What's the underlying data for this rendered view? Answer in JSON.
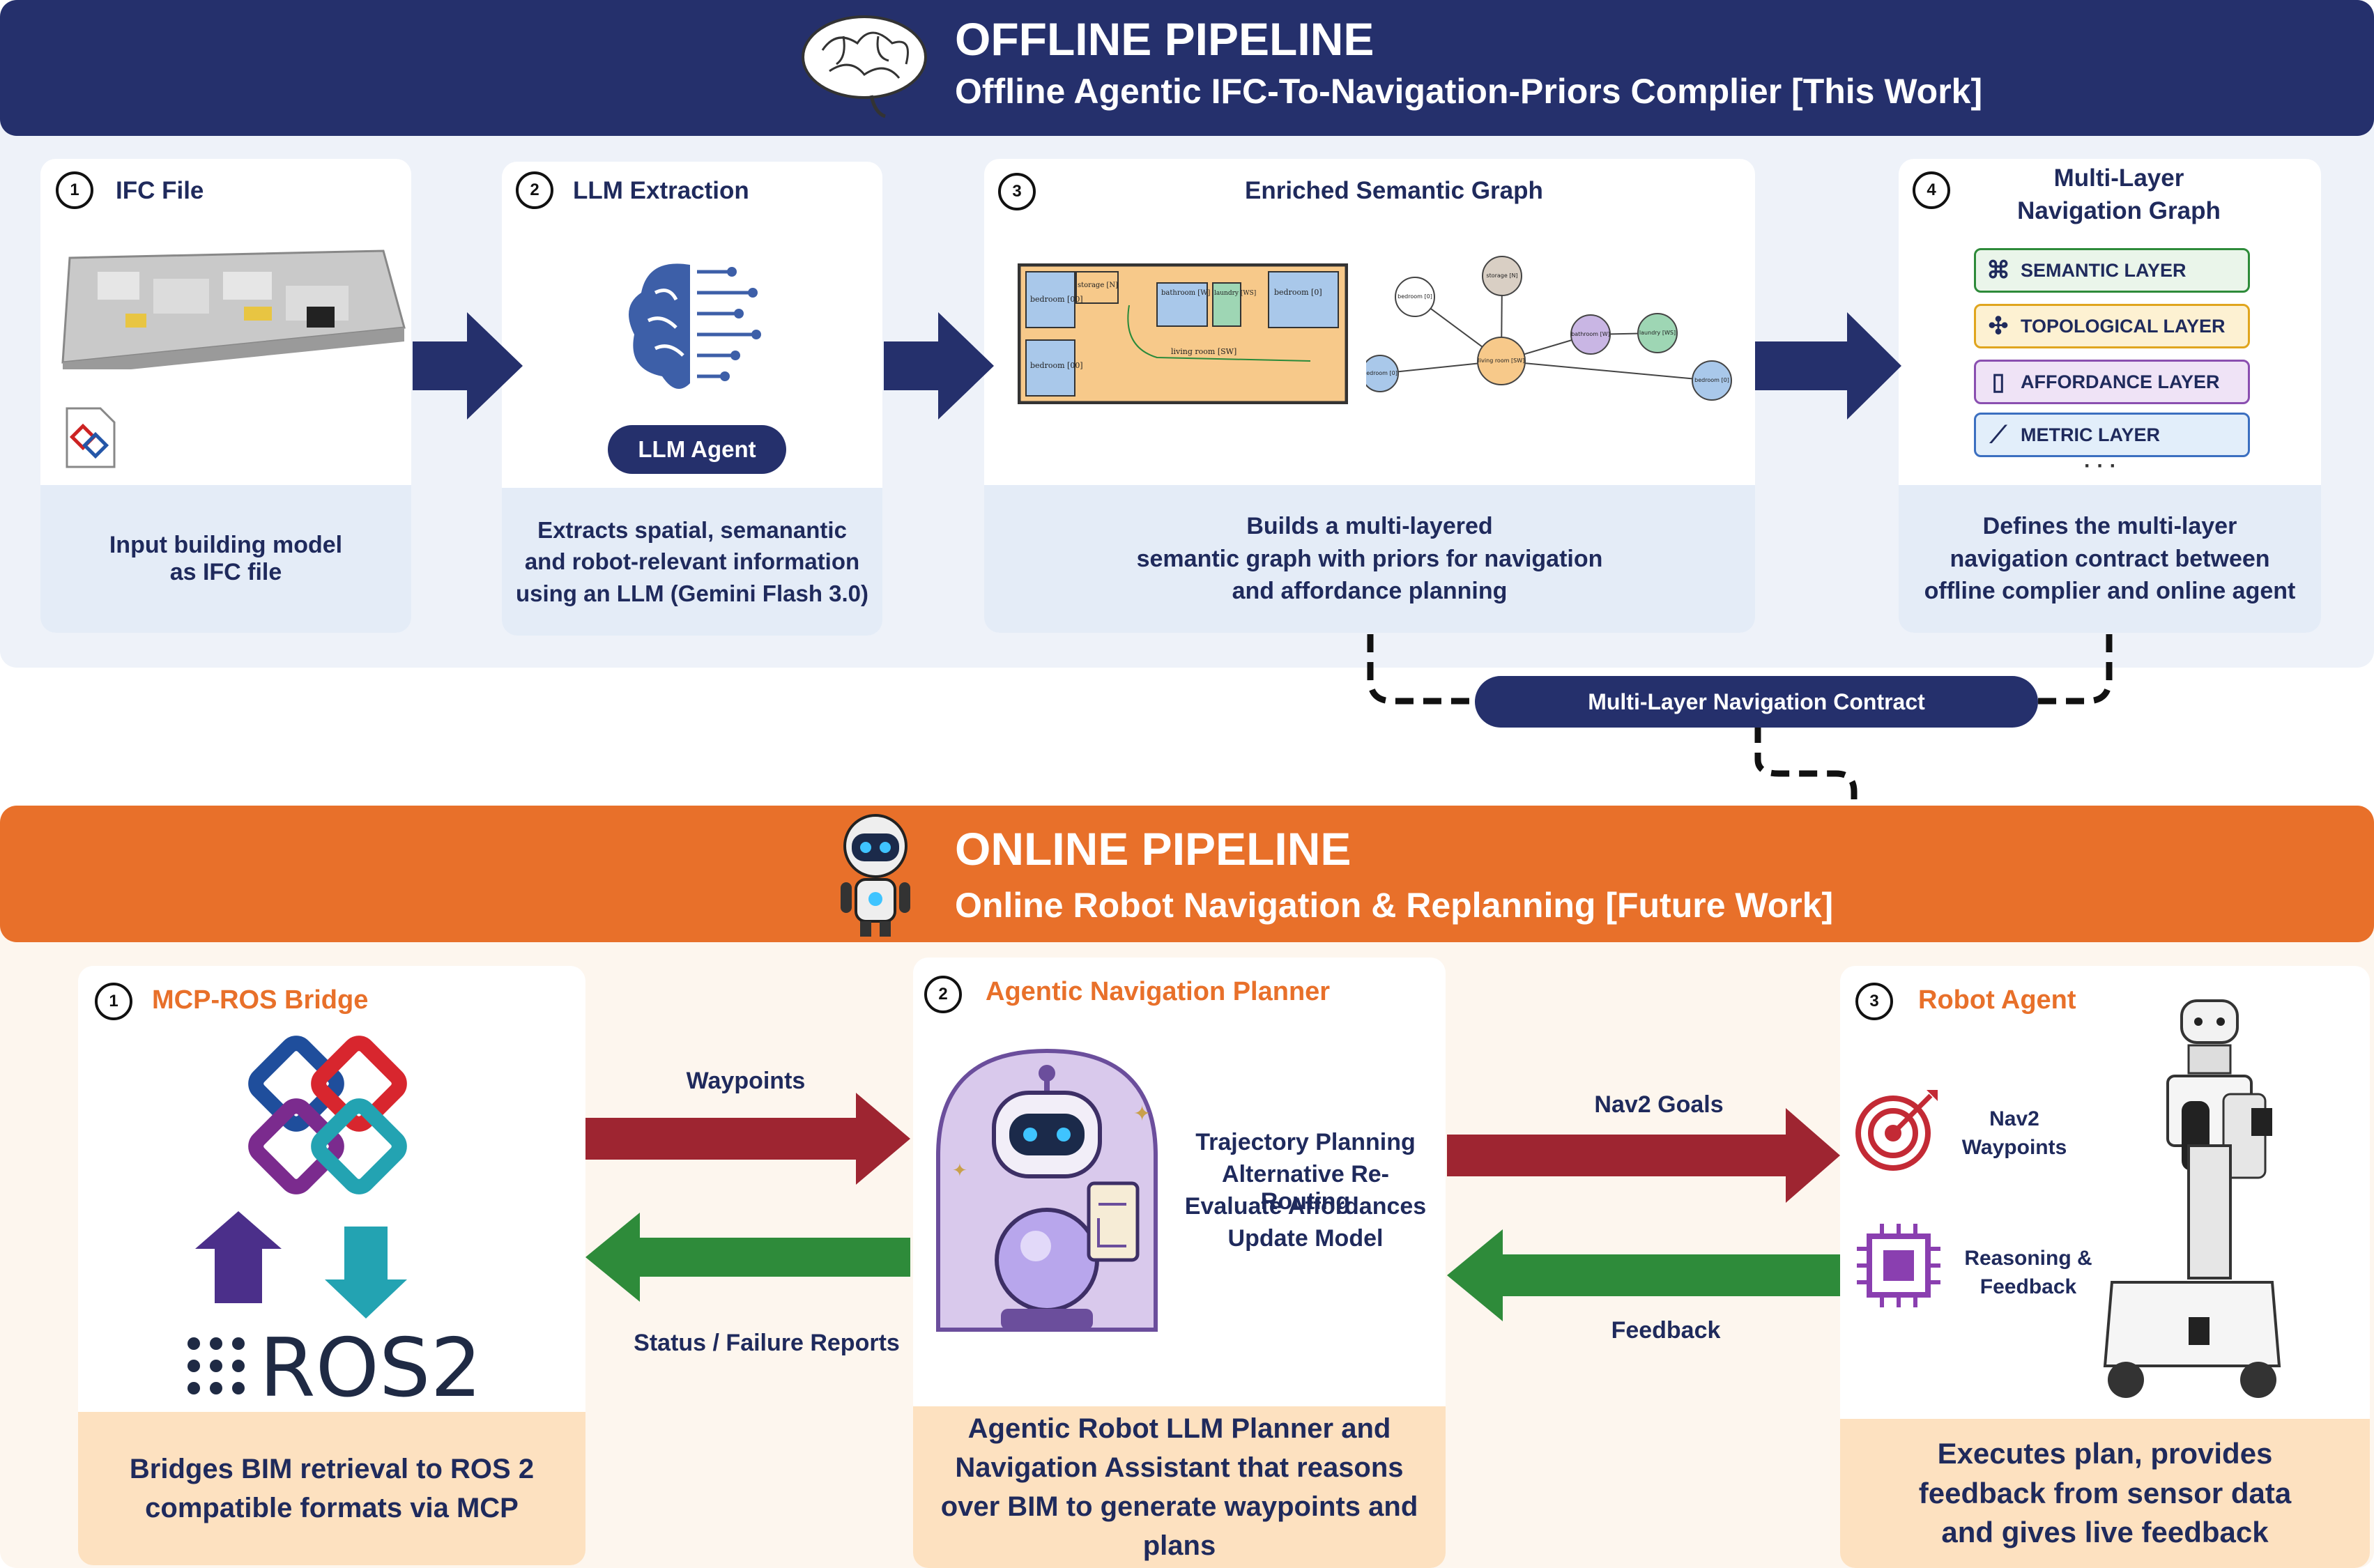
{
  "offline": {
    "title": "OFFLINE PIPELINE",
    "subtitle": "Offline Agentic IFC-To-Navigation-Priors Complier [This Work]",
    "steps": [
      {
        "num": "1",
        "title": "IFC File",
        "caption": "Input building model\nas IFC file"
      },
      {
        "num": "2",
        "title": "LLM Extraction",
        "badge": "LLM Agent",
        "caption": "Extracts spatial, semanantic\nand robot-relevant information\nusing an LLM (Gemini Flash 3.0)"
      },
      {
        "num": "3",
        "title": "Enriched Semantic Graph",
        "caption": "Builds a multi-layered\nsemantic graph with priors for navigation\nand affordance planning"
      },
      {
        "num": "4",
        "title": "Multi-Layer\nNavigation Graph",
        "caption": "Defines the multi-layer\nnavigation contract between\noffline complier and online agent"
      }
    ],
    "layers": [
      "SEMANTIC LAYER",
      "TOPOLOGICAL LAYER",
      "AFFORDANCE LAYER",
      "METRIC LAYER"
    ],
    "layers_more": "· · ·",
    "floorplan_rooms": [
      "bedroom [00]",
      "storage [N]",
      "bathroom [W]",
      "laundry [WS]",
      "bedroom [0]",
      "bedroom [00]",
      "living room [SW]"
    ],
    "graph_nodes": [
      "storage [N]",
      "bedroom [0]",
      "bathroom [W]",
      "laundry [WS]",
      "living room [SW]",
      "bedroom [0]",
      "bedroom [0]"
    ]
  },
  "contract": "Multi-Layer Navigation Contract",
  "online": {
    "title": "ONLINE PIPELINE",
    "subtitle": "Online Robot Navigation & Replanning [Future Work]",
    "bridge": {
      "num": "1",
      "title": "MCP-ROS Bridge",
      "ros_label": "ROS2",
      "caption": "Bridges BIM  retrieval to ROS 2\ncompatible formats via MCP"
    },
    "planner": {
      "num": "2",
      "title": "Agentic Navigation Planner",
      "tasks": [
        "Trajectory Planning",
        "Alternative Re-Routing",
        "Evaluate Affordances",
        "Update Model"
      ],
      "caption": "Agentic Robot LLM Planner and\nNavigation Assistant that reasons\nover BIM to generate waypoints and\nplans"
    },
    "robot": {
      "num": "3",
      "title": "Robot Agent",
      "item1": "Nav2\nWaypoints",
      "item2": "Reasoning &\nFeedback",
      "caption": "Executes plan, provides\nfeedback from sensor data\nand gives live feedback"
    },
    "arrows": {
      "waypoints": "Waypoints",
      "status": "Status / Failure Reports",
      "nav2_goals": "Nav2 Goals",
      "feedback": "Feedback"
    }
  },
  "colors": {
    "navy": "#25306c",
    "orange": "#e8702a",
    "red": "#9e2531",
    "green": "#2e8b3a",
    "caption_blue": "#e4ecf7",
    "caption_peach": "#fde1c0"
  }
}
